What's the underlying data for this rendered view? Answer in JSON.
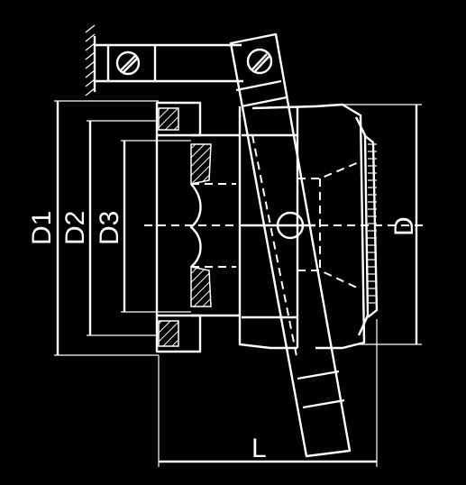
{
  "dimensions": {
    "d1": "D1",
    "d2": "D2",
    "d3": "D3",
    "d": "D",
    "l": "L"
  }
}
